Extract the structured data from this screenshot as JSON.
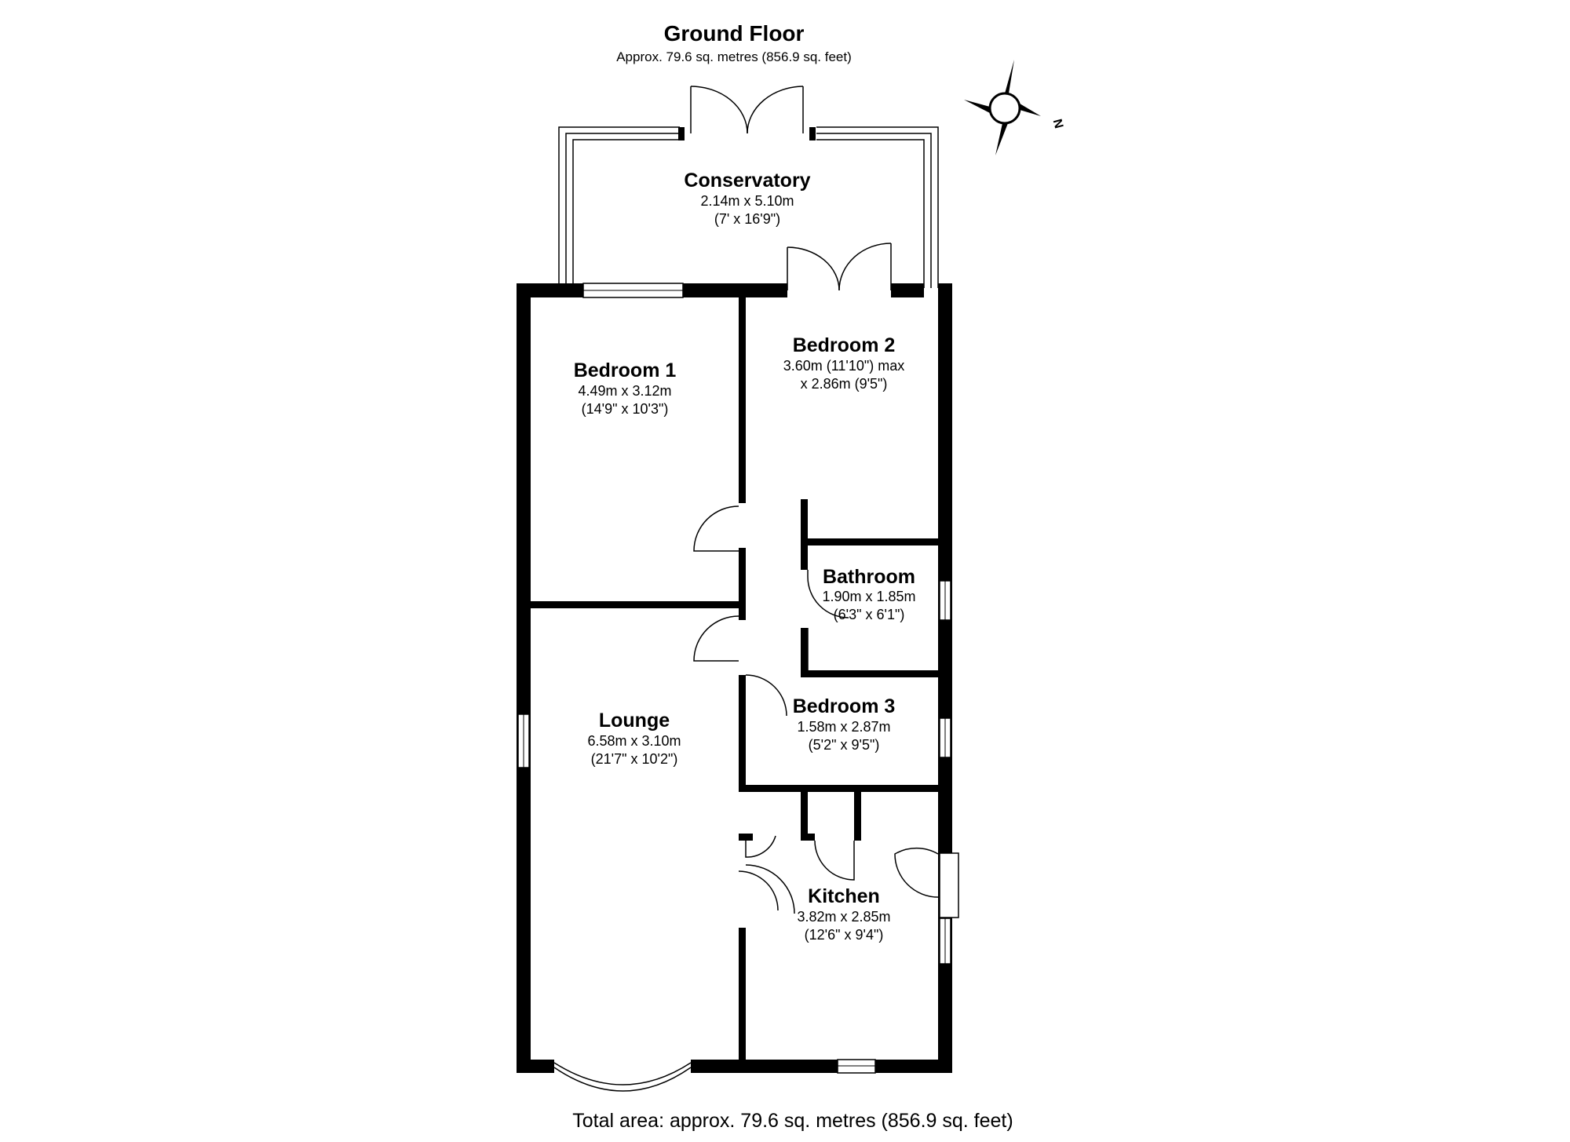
{
  "header": {
    "title": "Ground Floor",
    "subtitle": "Approx. 79.6 sq. metres (856.9 sq. feet)"
  },
  "rooms": {
    "conservatory": {
      "name": "Conservatory",
      "dim1": "2.14m x 5.10m",
      "dim2": "(7' x 16'9\")"
    },
    "bedroom1": {
      "name": "Bedroom 1",
      "dim1": "4.49m x 3.12m",
      "dim2": "(14'9\" x 10'3\")"
    },
    "bedroom2": {
      "name": "Bedroom 2",
      "dim1": "3.60m (11'10\") max",
      "dim2": "x 2.86m (9'5\")"
    },
    "bathroom": {
      "name": "Bathroom",
      "dim1": "1.90m x 1.85m",
      "dim2": "(6'3\" x 6'1\")"
    },
    "bedroom3": {
      "name": "Bedroom 3",
      "dim1": "1.58m x 2.87m",
      "dim2": "(5'2\" x 9'5\")"
    },
    "lounge": {
      "name": "Lounge",
      "dim1": "6.58m x 3.10m",
      "dim2": "(21'7\" x 10'2\")"
    },
    "kitchen": {
      "name": "Kitchen",
      "dim1": "3.82m x 2.85m",
      "dim2": "(12'6\" x 9'4\")"
    }
  },
  "compass": {
    "label": "N",
    "icon": "compass-rose-icon"
  },
  "footer": {
    "total": "Total area: approx. 79.6 sq. metres (856.9 sq. feet)"
  },
  "colors": {
    "wall": "#000000",
    "window": "#ffffff",
    "background": "#ffffff"
  }
}
